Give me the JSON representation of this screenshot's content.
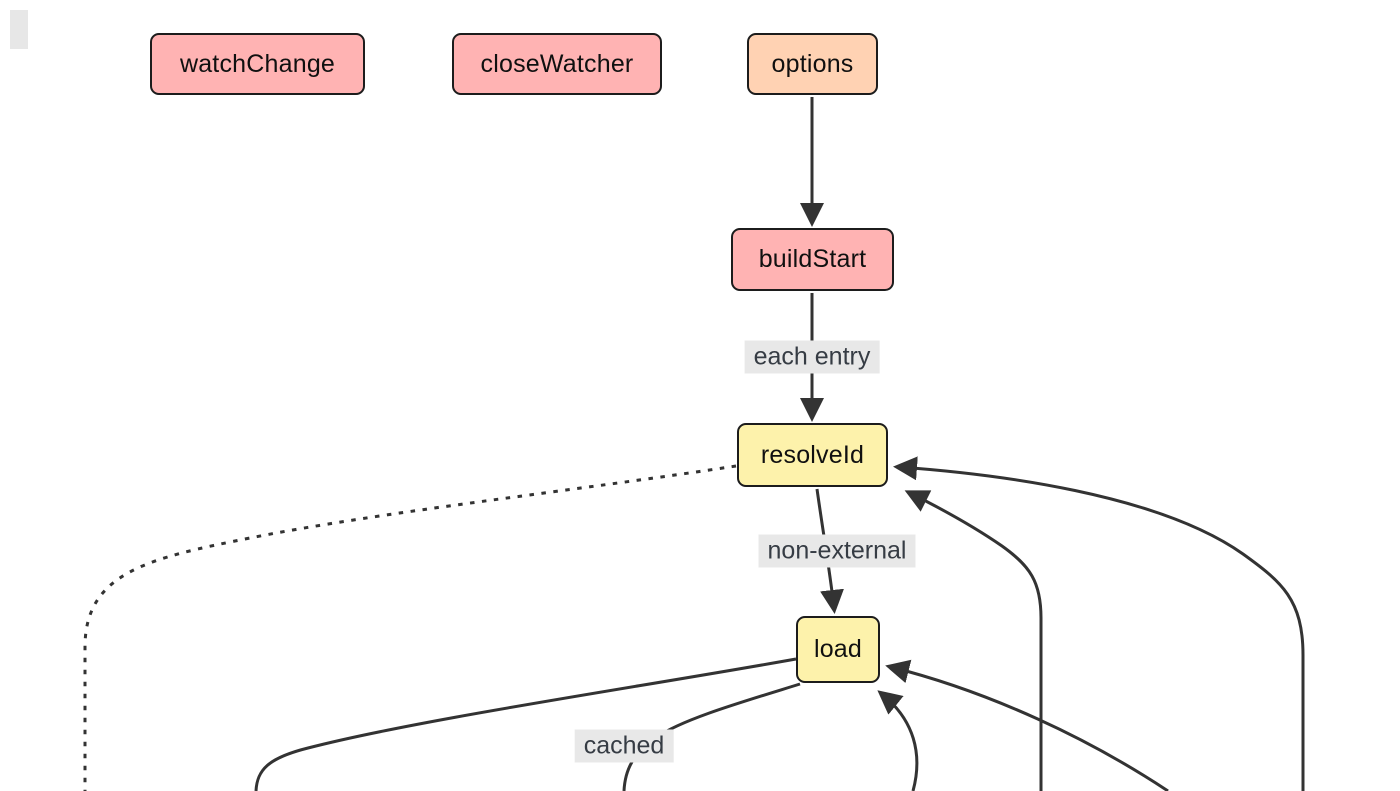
{
  "diagram": {
    "title": "rollup build hooks flowchart (partial view)",
    "nodes": [
      {
        "id": "watchchange",
        "label": "watchChange",
        "category": "hook-parallel",
        "fill": "#ffb3b3"
      },
      {
        "id": "closewatcher",
        "label": "closeWatcher",
        "category": "hook-parallel",
        "fill": "#ffb3b3"
      },
      {
        "id": "options",
        "label": "options",
        "category": "hook-sequential",
        "fill": "#ffd2b3"
      },
      {
        "id": "buildstart",
        "label": "buildStart",
        "category": "hook-parallel",
        "fill": "#ffb3b3"
      },
      {
        "id": "resolveid",
        "label": "resolveId",
        "category": "hook-first",
        "fill": "#fdf2ab"
      },
      {
        "id": "load",
        "label": "load",
        "category": "hook-first",
        "fill": "#fdf2ab"
      }
    ],
    "edge_labels": [
      {
        "text": "each entry"
      },
      {
        "text": "non-external"
      },
      {
        "text": "cached"
      }
    ],
    "edges": [
      {
        "from": "options",
        "to": "buildStart",
        "style": "solid",
        "label": ""
      },
      {
        "from": "buildStart",
        "to": "resolveId",
        "style": "solid",
        "label": "each entry"
      },
      {
        "from": "resolveId",
        "to": "load",
        "style": "solid",
        "label": "non-external"
      },
      {
        "from": "resolveId",
        "to": "offscreen-bottom-left",
        "style": "dotted",
        "label": ""
      },
      {
        "from": "offscreen-bottom-right",
        "to": "resolveId",
        "style": "solid",
        "label": ""
      },
      {
        "from": "offscreen-bottom",
        "to": "resolveId",
        "style": "solid",
        "label": ""
      },
      {
        "from": "offscreen-bottom-right",
        "to": "load",
        "style": "solid",
        "label": ""
      },
      {
        "from": "offscreen-bottom",
        "to": "load",
        "style": "solid",
        "label": ""
      },
      {
        "from": "load",
        "to": "offscreen-bottom-left",
        "style": "solid",
        "label": ""
      },
      {
        "from": "load",
        "to": "offscreen-bottom",
        "style": "solid",
        "label": "cached"
      }
    ],
    "colors": {
      "edge_stroke": "#333333",
      "label_background": "#e8e8e8",
      "label_text": "#363c44",
      "node_border": "#1c1c1c",
      "hook_parallel_fill": "#ffb3b3",
      "hook_sequential_fill": "#ffd2b3",
      "hook_first_fill": "#fdf2ab",
      "scrollbar_thumb": "#e7e7e7"
    }
  }
}
